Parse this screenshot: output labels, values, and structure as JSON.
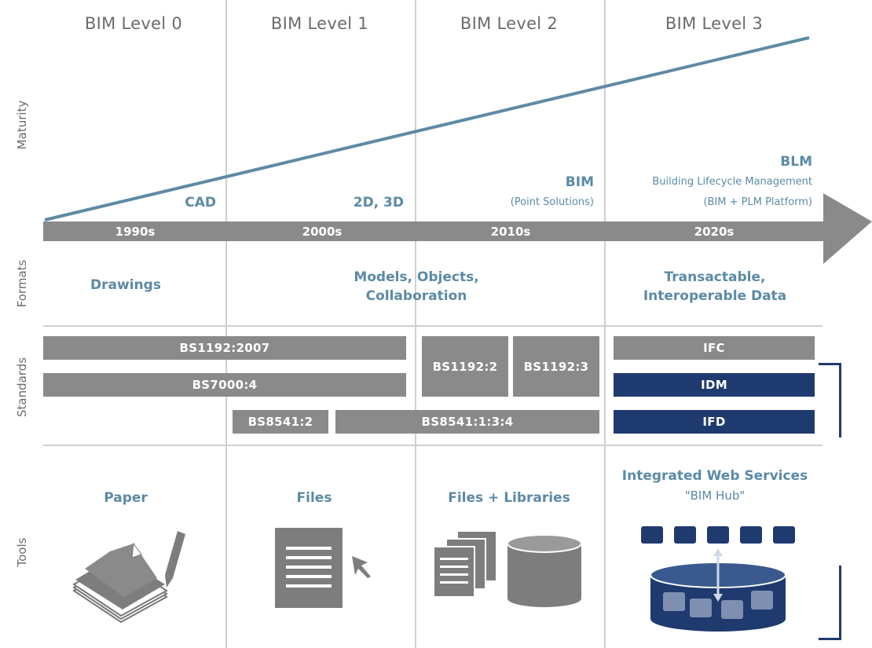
{
  "levels": [
    "BIM Level 0",
    "BIM Level 1",
    "BIM Level 2",
    "BIM Level 3"
  ],
  "row_labels": {
    "maturity": "Maturity",
    "formats": "Formats",
    "standards": "Standards",
    "tools": "Tools"
  },
  "milestones": {
    "cad": "CAD",
    "two_three_d": "2D, 3D",
    "bim": "BIM",
    "bim_sub": "(Point Solutions)",
    "blm": "BLM",
    "blm_sub1": "Building Lifecycle Management",
    "blm_sub2": "(BIM + PLM Platform)"
  },
  "eras": [
    "1990s",
    "2000s",
    "2010s",
    "2020s"
  ],
  "formats": {
    "level0": "Drawings",
    "level1_2_line1": "Models, Objects,",
    "level1_2_line2": "Collaboration",
    "level3_line1": "Transactable,",
    "level3_line2": "Interoperable Data"
  },
  "standards": {
    "bs1192_2007": "BS1192:2007",
    "bs7000_4": "BS7000:4",
    "bs8541_2": "BS8541:2",
    "bs8541_134": "BS8541:1:3:4",
    "bs1192_2": "BS1192:2",
    "bs1192_3": "BS1192:3",
    "ifc": "IFC",
    "idm": "IDM",
    "ifd": "IFD"
  },
  "tools": {
    "paper": "Paper",
    "files": "Files",
    "files_libraries": "Files + Libraries",
    "web_services": "Integrated Web Services",
    "bim_hub": "\"BIM Hub\""
  },
  "colors": {
    "grey": "#8a8a8a",
    "navy": "#1f3a6e",
    "blue_text": "#5b8aa6",
    "line": "#cfcfcf"
  },
  "icons": [
    "paper-stack-icon",
    "pencil-icon",
    "document-icon",
    "cursor-arrow-icon",
    "documents-icon",
    "database-icon",
    "hub-database-icon"
  ]
}
